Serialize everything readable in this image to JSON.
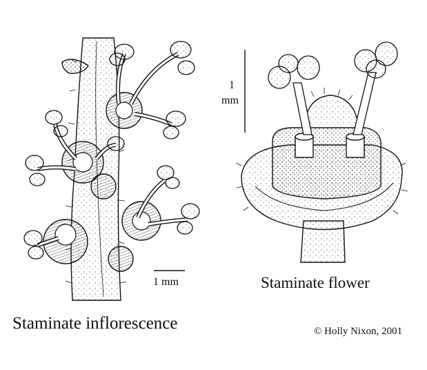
{
  "left_panel": {
    "caption": "Staminate inflorescence",
    "scale_label": "1 mm"
  },
  "right_panel": {
    "caption": "Staminate flower",
    "scale_label_line1": "1",
    "scale_label_line2": "mm"
  },
  "credit": "© Holly Nixon, 2001",
  "colors": {
    "ink": "#111111",
    "paper": "#ffffff"
  }
}
